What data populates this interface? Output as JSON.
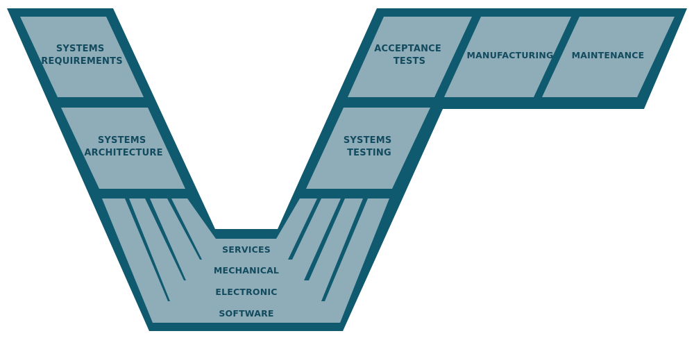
{
  "colors": {
    "outline": "#0f5a6f",
    "fill": "#8fadb9",
    "text": "#124a5e",
    "background": "#ffffff"
  },
  "boxes": {
    "systems_requirements": [
      "SYSTEMS",
      "REQUIREMENTS"
    ],
    "systems_architecture": [
      "SYSTEMS",
      "ARCHITECTURE"
    ],
    "acceptance_tests": [
      "ACCEPTANCE",
      "TESTS"
    ],
    "manufacturing": [
      "MANUFACTURING"
    ],
    "maintenance": [
      "MAINTENANCE"
    ],
    "systems_testing": [
      "SYSTEMS",
      "TESTING"
    ]
  },
  "layers": {
    "services": "SERVICES",
    "mechanical": "MECHANICAL",
    "electronic": "ELECTRONIC",
    "software": "SOFTWARE"
  }
}
